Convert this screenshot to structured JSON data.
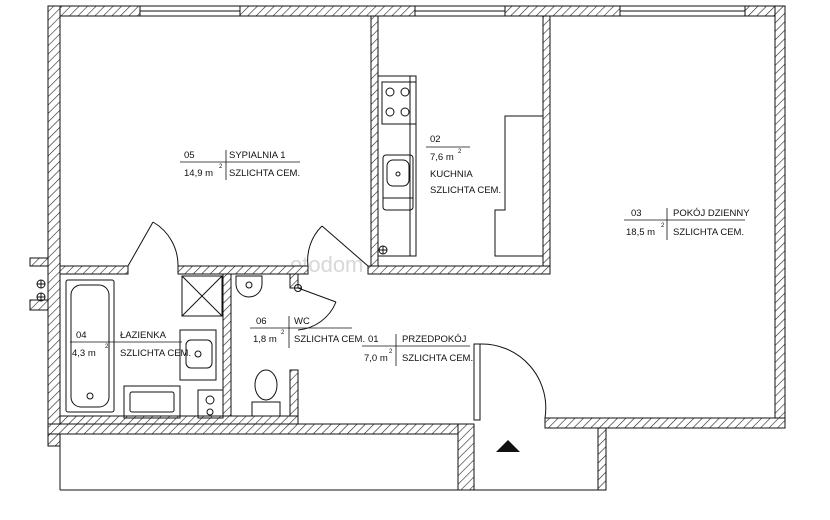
{
  "plan": {
    "watermark": "otodom",
    "rooms": [
      {
        "id": "05",
        "name": "SYPIALNIA 1",
        "area": "14,9 m",
        "sup": "2",
        "floor": "SZLICHTA CEM."
      },
      {
        "id": "02",
        "area": "7,6 m",
        "sup": "2",
        "name": "KUCHNIA",
        "floor": "SZLICHTA CEM."
      },
      {
        "id": "03",
        "name": "POKÓJ DZIENNY",
        "area": "18,5 m",
        "sup": "2",
        "floor": "SZLICHTA CEM."
      },
      {
        "id": "04",
        "name": "ŁAZIENKA",
        "area": "4,3 m",
        "sup": "2",
        "floor": "SZLICHTA CEM."
      },
      {
        "id": "06",
        "name": "WC",
        "area": "1,8 m",
        "sup": "2",
        "floor": "SZLICHTA CEM."
      },
      {
        "id": "01",
        "name": "PRZEDPOKÓJ",
        "area": "7,0 m",
        "sup": "2",
        "floor": "SZLICHTA CEM."
      }
    ]
  }
}
